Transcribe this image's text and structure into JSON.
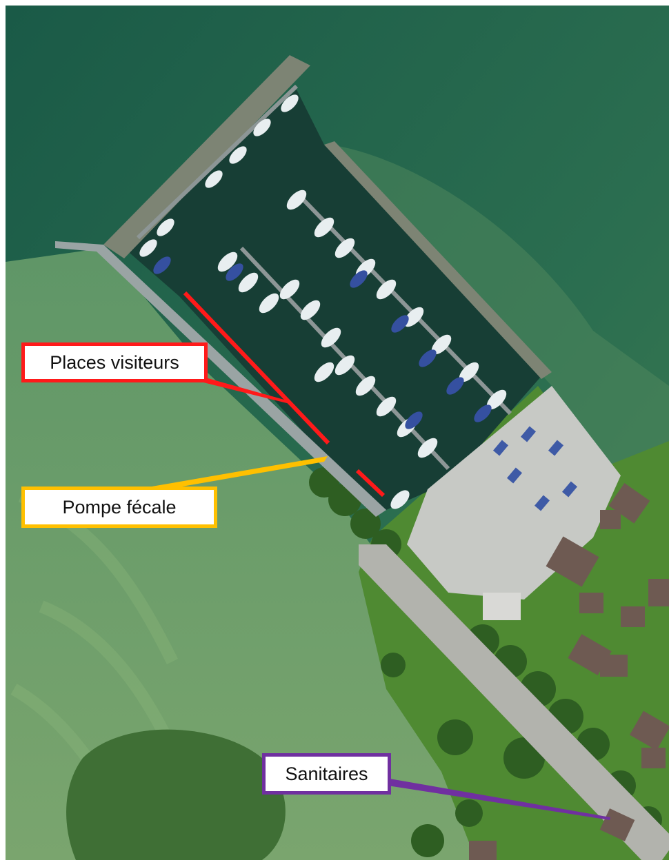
{
  "map": {
    "type": "aerial harbor map",
    "colors": {
      "lake_deep": "#1d5e4a",
      "lake_shallow": "#6e9d6a",
      "harbor_water": "#173e35",
      "pier": "#9aa4a4",
      "parking": "#c7c9c5",
      "lawn": "#4f8a32",
      "trees": "#2e5e22",
      "roof": "#6e5a52"
    }
  },
  "annotations": {
    "visiteurs": {
      "label": "Places visiteurs",
      "color": "#ff1a1a"
    },
    "pompe": {
      "label": "Pompe fécale",
      "color": "#ffc000"
    },
    "sanitaires": {
      "label": "Sanitaires",
      "color": "#7030a0"
    }
  }
}
